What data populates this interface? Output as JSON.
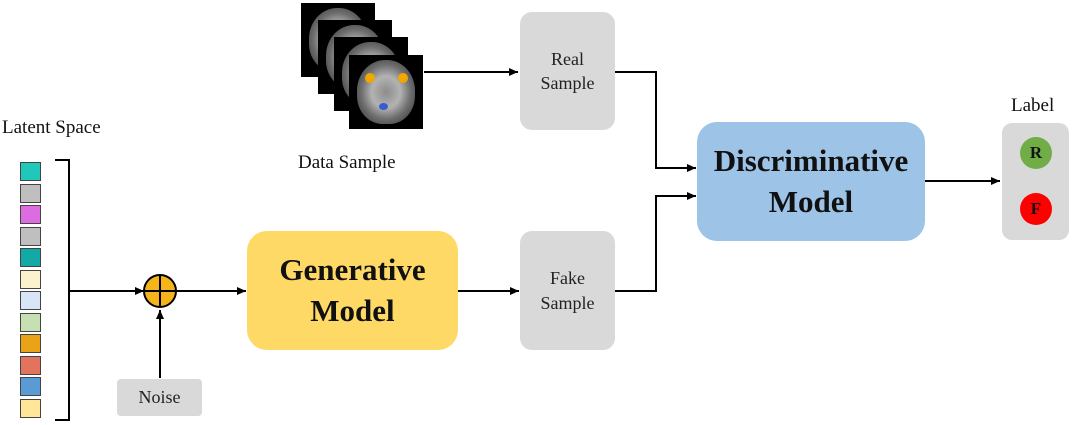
{
  "latent_space": {
    "label": "Latent Space",
    "vector_colors": [
      "#1fc8b8",
      "#bfbfbf",
      "#dd6ce0",
      "#bfbfbf",
      "#12a9a6",
      "#fbf3cd",
      "#d9e4f7",
      "#c6dfb3",
      "#eaa219",
      "#e2745d",
      "#5b9bd5",
      "#ffe699"
    ]
  },
  "noise": {
    "label": "Noise"
  },
  "generative_model": {
    "line1": "Generative",
    "line2": "Model"
  },
  "data_sample": {
    "label": "Data Sample"
  },
  "real_sample": {
    "line1": "Real",
    "line2": "Sample"
  },
  "fake_sample": {
    "line1": "Fake",
    "line2": "Sample"
  },
  "discriminative_model": {
    "line1": "Discriminative",
    "line2": "Model"
  },
  "label_panel": {
    "title": "Label",
    "real": {
      "text": "R",
      "color": "#70ad47"
    },
    "fake": {
      "text": "F",
      "color": "#ff0000"
    }
  },
  "colors": {
    "generative": "#ffd966",
    "discriminative": "#9dc3e6",
    "sample_box": "#d9d9d9",
    "adder": "#f5b41a"
  }
}
